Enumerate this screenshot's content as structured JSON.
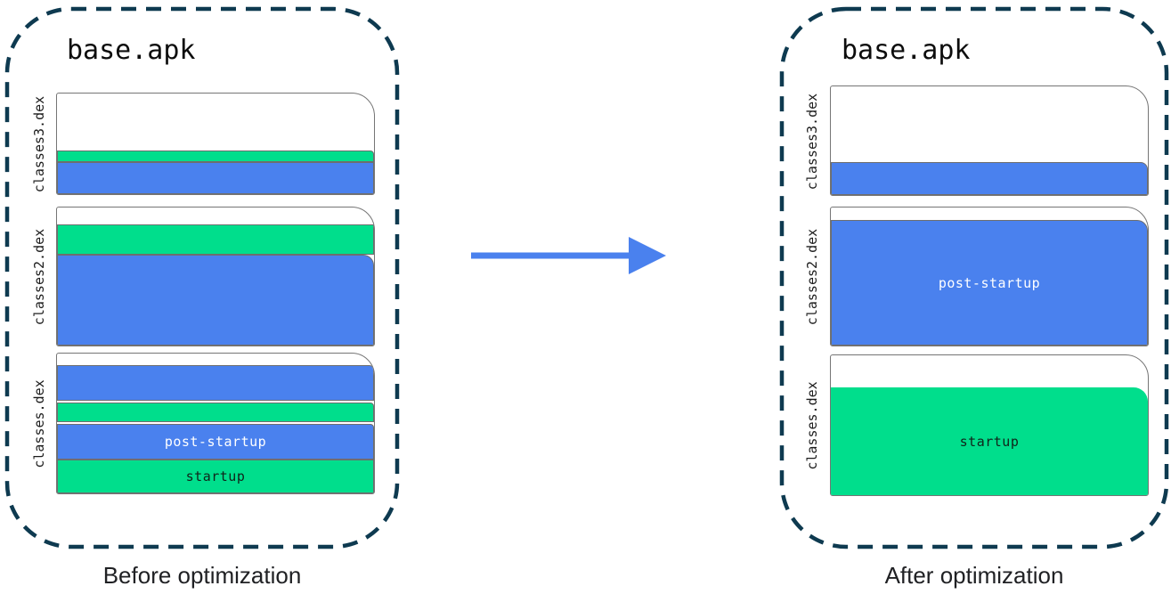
{
  "colors": {
    "blue": "#4a81ee",
    "green": "#00de8c",
    "band_border": "#6e6e6e",
    "file_border": "#757575",
    "dash": "#0e3a50",
    "arrow": "#4a81ee"
  },
  "legend": {
    "blue_means": "post-startup classes",
    "green_means": "startup classes"
  },
  "arrow": {
    "icon": "right-arrow-icon"
  },
  "before": {
    "title": "base.apk",
    "caption": "Before optimization",
    "files": [
      {
        "name": "classes3.dex",
        "segments": [
          {
            "kind": "other",
            "approx_pct": 57
          },
          {
            "kind": "startup",
            "approx_pct": 11
          },
          {
            "kind": "post-startup",
            "approx_pct": 32
          }
        ]
      },
      {
        "name": "classes2.dex",
        "segments": [
          {
            "kind": "other",
            "approx_pct": 13
          },
          {
            "kind": "startup",
            "approx_pct": 22
          },
          {
            "kind": "post-startup",
            "approx_pct": 65
          }
        ]
      },
      {
        "name": "classes.dex",
        "segments": [
          {
            "kind": "other",
            "approx_pct": 9
          },
          {
            "kind": "post-startup",
            "approx_pct": 25
          },
          {
            "kind": "startup",
            "approx_pct": 14
          },
          {
            "kind": "post-startup",
            "approx_pct": 26,
            "label": "post-startup"
          },
          {
            "kind": "startup",
            "approx_pct": 26,
            "label": "startup"
          }
        ]
      }
    ]
  },
  "after": {
    "title": "base.apk",
    "caption": "After optimization",
    "files": [
      {
        "name": "classes3.dex",
        "segments": [
          {
            "kind": "other",
            "approx_pct": 70
          },
          {
            "kind": "post-startup",
            "approx_pct": 30
          }
        ]
      },
      {
        "name": "classes2.dex",
        "segments": [
          {
            "kind": "other",
            "approx_pct": 9
          },
          {
            "kind": "post-startup",
            "approx_pct": 91,
            "label": "post-startup"
          }
        ]
      },
      {
        "name": "classes.dex",
        "segments": [
          {
            "kind": "other",
            "approx_pct": 23
          },
          {
            "kind": "startup",
            "approx_pct": 77,
            "label": "startup"
          }
        ]
      }
    ]
  }
}
